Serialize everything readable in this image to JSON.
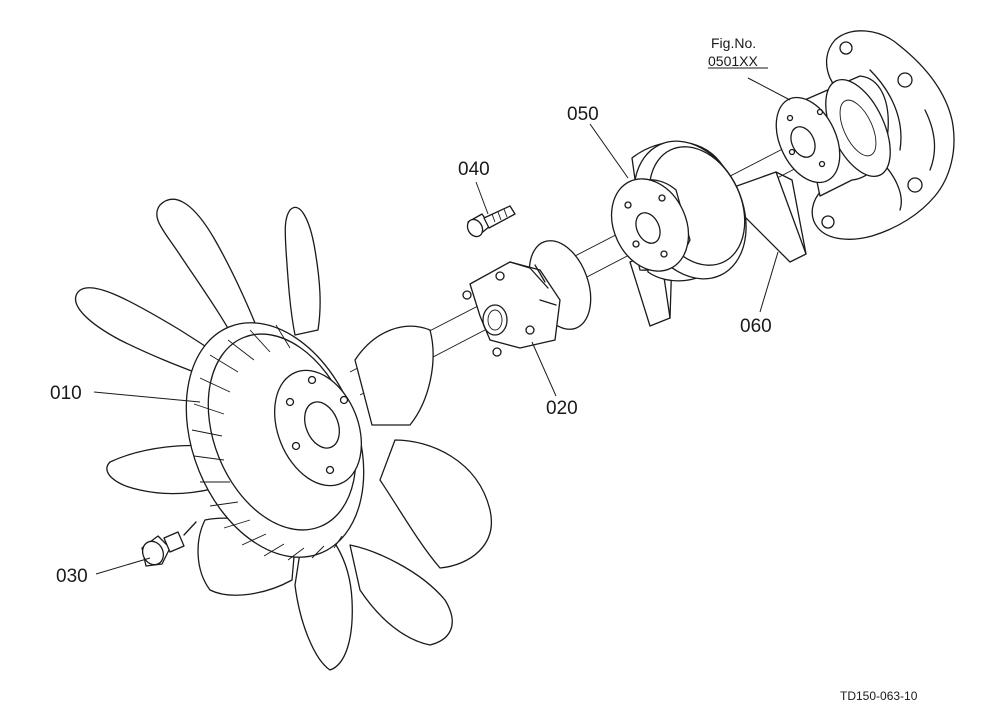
{
  "figure_ref": {
    "title": "Fig.No.",
    "number": "0501XX"
  },
  "part_labels": {
    "p010": "010",
    "p020": "020",
    "p030": "030",
    "p040": "040",
    "p050": "050",
    "p060": "060"
  },
  "drawing_code": "TD150-063-10"
}
